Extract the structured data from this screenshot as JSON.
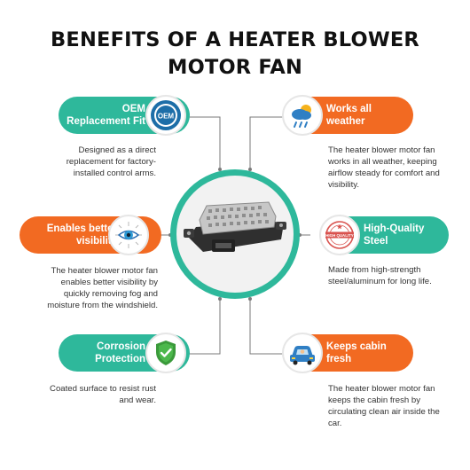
{
  "title": {
    "line1": "BENEFITS OF A HEATER BLOWER",
    "line2": "MOTOR FAN"
  },
  "colors": {
    "green": "#2eb89b",
    "orange": "#f26a22"
  },
  "benefits": [
    {
      "label1": "OEM",
      "label2": "Replacement Fit",
      "icon": "oem-seal-icon",
      "badge_text": "OEM",
      "desc": [
        "Designed as a direct",
        "replacement for factory-",
        "installed control arms."
      ]
    },
    {
      "label1": "Works all",
      "label2": "weather",
      "icon": "weather-icon",
      "desc": [
        "The heater blower motor fan",
        "works in all weather, keeping",
        "airflow steady for comfort and",
        "visibility."
      ]
    },
    {
      "label1": "Enables better",
      "label2": "visibility",
      "icon": "eye-icon",
      "desc": [
        "The heater blower motor fan",
        "enables better visibility by",
        "quickly removing fog and",
        "moisture from the windshield."
      ]
    },
    {
      "label1": "High-Quality",
      "label2": "Steel",
      "icon": "high-quality-stamp-icon",
      "badge_text": "HIGH QUALITY",
      "desc": [
        "Made from high-strength",
        "steel/aluminum for long life."
      ]
    },
    {
      "label1": "Corrosion",
      "label2": "Protection",
      "icon": "shield-check-icon",
      "desc": [
        "Coated surface to resist rust",
        "and wear."
      ]
    },
    {
      "label1": "Keeps cabin",
      "label2": "fresh",
      "icon": "car-icon",
      "desc": [
        "The heater blower motor fan",
        "keeps the cabin fresh by",
        "circulating clean air inside the",
        "car."
      ]
    }
  ]
}
